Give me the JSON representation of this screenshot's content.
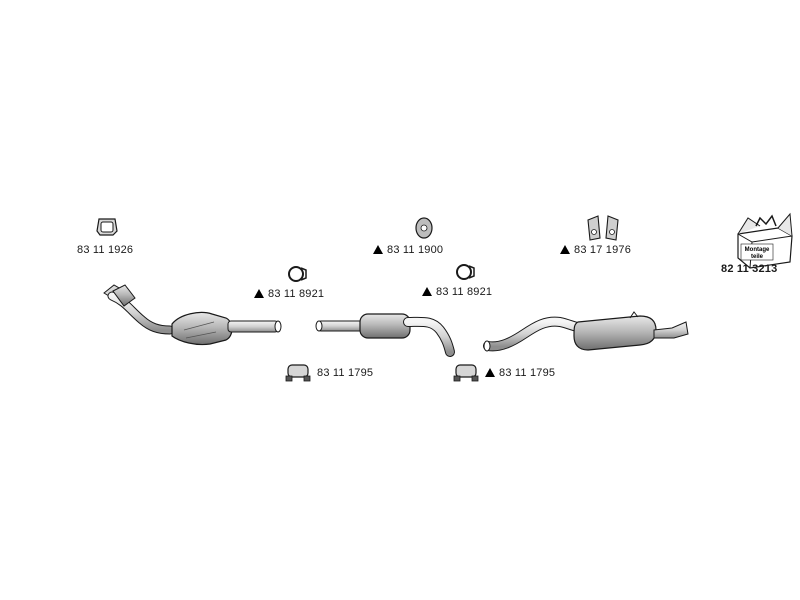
{
  "parts": {
    "gasket_front": {
      "number": "83 11 1926",
      "marked": false,
      "icon": "gasket-icon"
    },
    "hanger_center": {
      "number": "83 11 1900",
      "marked": true,
      "icon": "rubber-hanger-icon"
    },
    "mount_rear": {
      "number": "83 17 1976",
      "marked": true,
      "icon": "rubber-mount-icon"
    },
    "ring_left": {
      "number": "83 11 8921",
      "marked": true,
      "icon": "sealing-ring-icon"
    },
    "ring_right": {
      "number": "83 11 8921",
      "marked": true,
      "icon": "sealing-ring-icon"
    },
    "clamp_left": {
      "number": "83 11 1795",
      "marked": false,
      "icon": "clamp-icon"
    },
    "clamp_right": {
      "number": "83 11 1795",
      "marked": true,
      "icon": "clamp-icon"
    }
  },
  "kit": {
    "number": "82 11 3213",
    "box_text": "Montage teile",
    "icon": "mounting-kit-box-icon"
  },
  "colors": {
    "line": "#1a1a1a",
    "fill_light": "#e4e4e4",
    "fill_dark": "#9a9a9a"
  }
}
